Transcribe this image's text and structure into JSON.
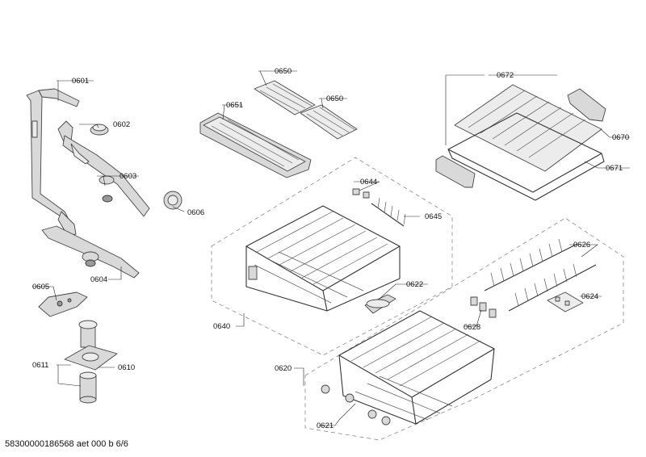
{
  "labels": {
    "p0601": "0601",
    "p0602": "0602",
    "p0603": "0603",
    "p0604": "0604",
    "p0605": "0605",
    "p0606": "0606",
    "p0610": "0610",
    "p0611": "0611",
    "p0620": "0620",
    "p0621": "0621",
    "p0622": "0622",
    "p0624": "0624",
    "p0626": "0626",
    "p0628": "0628",
    "p0640": "0640",
    "p0644": "0644",
    "p0645": "0645",
    "p0650a": "0650",
    "p0650b": "0650",
    "p0651": "0651",
    "p0670": "0670",
    "p0671": "0671",
    "p0672": "0672"
  },
  "footer": "58300000186568 aet 000 b 6/6"
}
